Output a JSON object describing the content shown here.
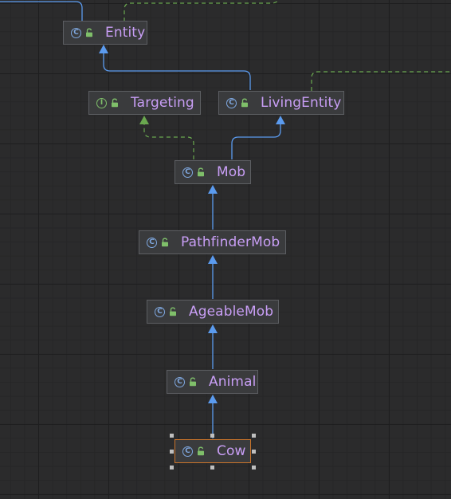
{
  "diagram": {
    "colors": {
      "background": "#2b2b2c",
      "node_fill": "#3a3b3d",
      "node_border": "#5c5e62",
      "selected_border": "#c8742b",
      "label": "#c89ef5",
      "extends_edge": "#5b9bef",
      "implements_edge": "#6aa84f"
    },
    "nodes": [
      {
        "id": "entity",
        "label": "Entity",
        "kind": "class",
        "kind_glyph": "C",
        "icon": "class-icon"
      },
      {
        "id": "targeting",
        "label": "Targeting",
        "kind": "interface",
        "kind_glyph": "I",
        "icon": "interface-icon"
      },
      {
        "id": "living-entity",
        "label": "LivingEntity",
        "kind": "class",
        "kind_glyph": "C",
        "icon": "class-icon"
      },
      {
        "id": "mob",
        "label": "Mob",
        "kind": "class",
        "kind_glyph": "C",
        "icon": "class-icon"
      },
      {
        "id": "pathfinder-mob",
        "label": "PathfinderMob",
        "kind": "class",
        "kind_glyph": "C",
        "icon": "class-icon"
      },
      {
        "id": "ageable-mob",
        "label": "AgeableMob",
        "kind": "class",
        "kind_glyph": "C",
        "icon": "class-icon"
      },
      {
        "id": "animal",
        "label": "Animal",
        "kind": "class",
        "kind_glyph": "C",
        "icon": "class-icon"
      },
      {
        "id": "cow",
        "label": "Cow",
        "kind": "class",
        "kind_glyph": "C",
        "icon": "class-icon",
        "selected": true
      }
    ],
    "edges": [
      {
        "from": "living-entity",
        "to": "entity",
        "type": "extends"
      },
      {
        "from": "mob",
        "to": "targeting",
        "type": "implements"
      },
      {
        "from": "mob",
        "to": "living-entity",
        "type": "extends"
      },
      {
        "from": "pathfinder-mob",
        "to": "mob",
        "type": "extends"
      },
      {
        "from": "ageable-mob",
        "to": "pathfinder-mob",
        "type": "extends"
      },
      {
        "from": "animal",
        "to": "ageable-mob",
        "type": "extends"
      },
      {
        "from": "cow",
        "to": "animal",
        "type": "extends"
      }
    ]
  }
}
